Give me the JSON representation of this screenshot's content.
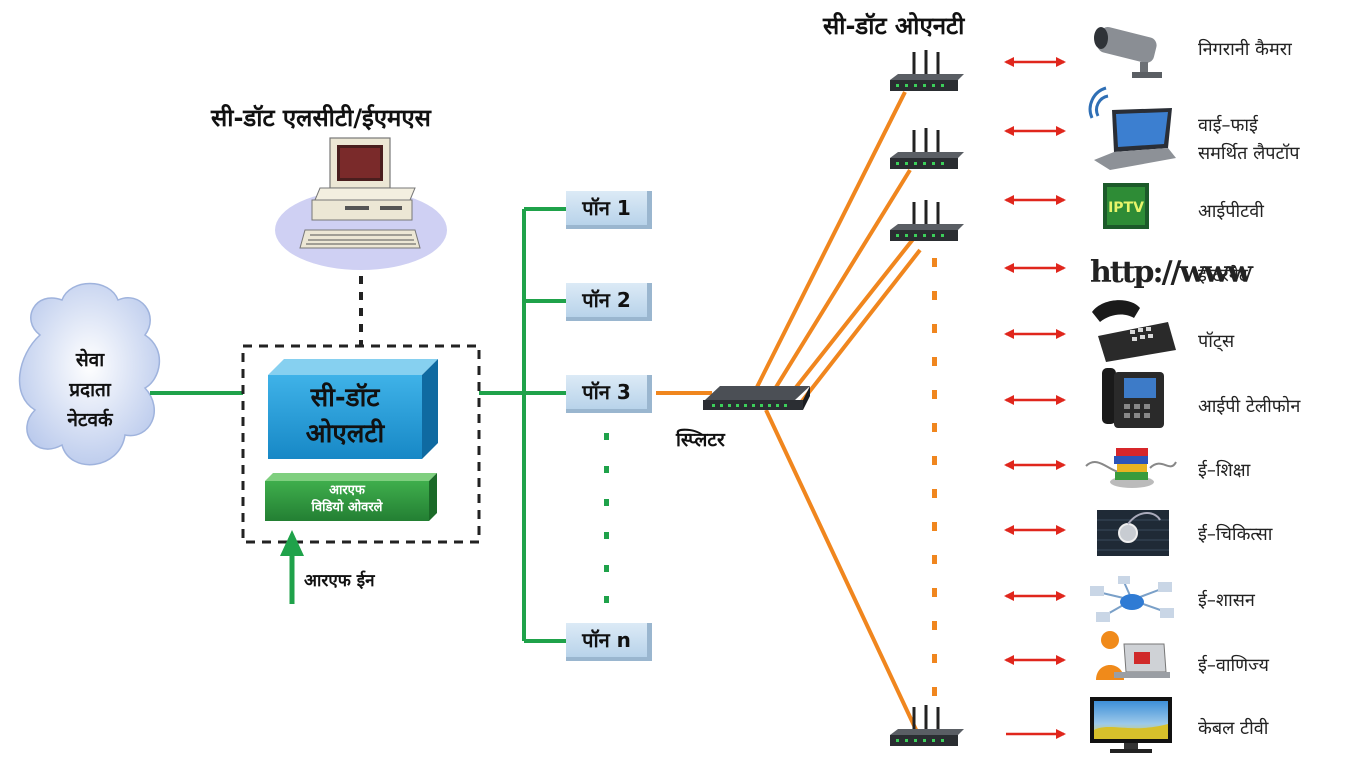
{
  "lcs_title": "सी-डॉट एलसीटी/ईएमएस",
  "ont_title": "सी-डॉट ओएनटी",
  "cloud": {
    "line1": "सेवा",
    "line2": "प्रदाता",
    "line3": "नेटवर्क"
  },
  "olt": {
    "line1": "सी-डॉट",
    "line2": "ओएलटी"
  },
  "rf_overlay": {
    "line1": "आरएफ",
    "line2": "विडियो ओवरले"
  },
  "rf_in": "आरएफ ईन",
  "pons": [
    "पॉन 1",
    "पॉन 2",
    "पॉन 3",
    "पॉन n"
  ],
  "splitter_label": "स्प्लिटर",
  "devices": [
    {
      "name": "निगरानी कैमरा",
      "icon": "cctv-camera-icon"
    },
    {
      "name": "वाई–फाई",
      "name2": "समर्थित लैपटॉप",
      "icon": "wifi-laptop-icon"
    },
    {
      "name": "आईपीटवी",
      "icon": "iptv-icon",
      "icon_text": "IPTV"
    },
    {
      "name": "इन्टरनेट",
      "icon": "http-icon",
      "icon_text": "http://www"
    },
    {
      "name": "पॉट्स",
      "icon": "telephone-icon"
    },
    {
      "name": "आईपी टेलीफोन",
      "icon": "ip-phone-icon"
    },
    {
      "name": "ई–शिक्षा",
      "icon": "books-icon"
    },
    {
      "name": "ई–चिकित्सा",
      "icon": "stethoscope-icon"
    },
    {
      "name": "ई–शासन",
      "icon": "network-icon"
    },
    {
      "name": "ई–वाणिज्य",
      "icon": "ecommerce-icon"
    },
    {
      "name": "केबल टीवी",
      "icon": "tv-icon"
    }
  ],
  "colors": {
    "green": "#1fa24a",
    "orange": "#f0861e",
    "red": "#e0261c",
    "olt_blue": "#2aa3dc",
    "rf_green": "#2f9c3e"
  }
}
